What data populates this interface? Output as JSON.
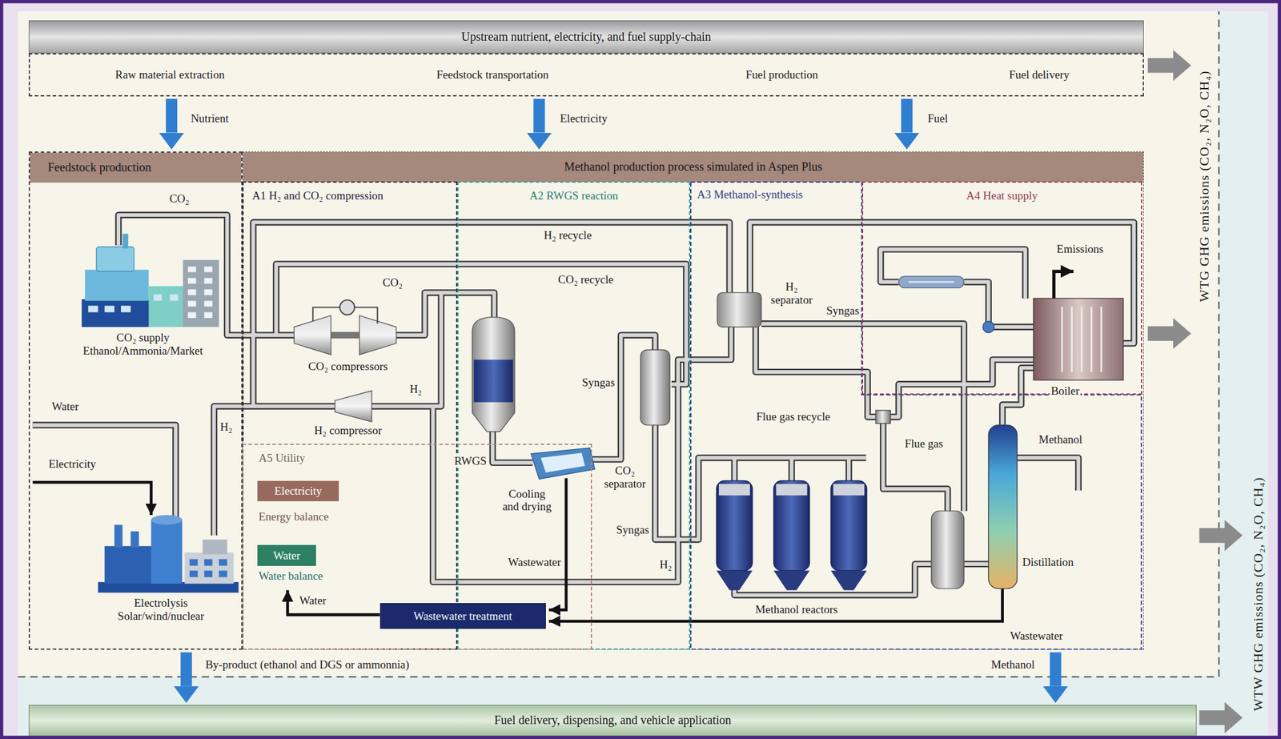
{
  "diagram": {
    "nodes": [
      {
        "text": [
          "Upstream nutrient, electricity, and fuel supply-chain"
        ]
      },
      {
        "text": [
          "Raw material extraction",
          "Feedstock transportation",
          "Fuel production",
          "Fuel delivery"
        ]
      },
      {
        "text": [
          "Feedstock production"
        ]
      },
      {
        "text": [
          "Methanol production process simulated in Aspen Plus"
        ]
      },
      {
        "text": [
          "A1 H₂ and CO₂ compression"
        ],
        "in": 3
      },
      {
        "text": [
          "A2 RWGS reaction"
        ],
        "in": 3
      },
      {
        "text": [
          "A3 Methanol-synthesis"
        ],
        "in": 3
      },
      {
        "text": [
          "A4 Heat supply"
        ],
        "in": 3
      },
      {
        "text": [
          "A5 Utility"
        ],
        "in": 3
      },
      {
        "text": [
          "Electricity"
        ],
        "in": 8
      },
      {
        "text": [
          "Water"
        ],
        "in": 8
      },
      {
        "text": [
          "Wastewater treatment"
        ],
        "in": 8
      },
      {
        "text": [
          "Fuel delivery, dispensing, and vehicle application"
        ]
      }
    ],
    "edges": [
      {
        "from": 1,
        "to": 2,
        "label": "Nutrient",
        "arrow": "to"
      },
      {
        "from": 1,
        "to": 3,
        "label": "Electricity",
        "arrow": "to"
      },
      {
        "from": 1,
        "to": 3,
        "label": "Fuel",
        "arrow": "to"
      },
      {
        "from": 2,
        "to": 12,
        "label": "By-product (ethanol and DGS or ammonnia)",
        "arrow": "to"
      },
      {
        "from": 3,
        "to": 12,
        "label": "Methanol",
        "arrow": "to"
      }
    ],
    "labels": [
      "CO₂",
      "CO₂ supply Ethanol/Ammonia/Market",
      "Water",
      "Electricity",
      "H₂",
      "Electrolysis Solar/wind/nuclear",
      "CO₂",
      "CO₂ compressors",
      "H₂",
      "H₂ compressor",
      "Energy balance",
      "Water balance",
      "Water",
      "H₂ recycle",
      "CO₂ recycle",
      "RWGS",
      "Cooling and drying",
      "Syngas",
      "CO₂ separator",
      "Syngas",
      "Wastewater",
      "H₂",
      "H₂ separator",
      "Syngas",
      "Flue gas recycle",
      "Flue gas",
      "Methanol reactors",
      "Emissions",
      "Boiler",
      "Methanol",
      "Distillation",
      "Wastewater",
      "WTG GHG emissions (CO₂, N₂O, CH₄)",
      "WTW GHG emissions (CO₂, N₂O, CH₄)"
    ]
  }
}
